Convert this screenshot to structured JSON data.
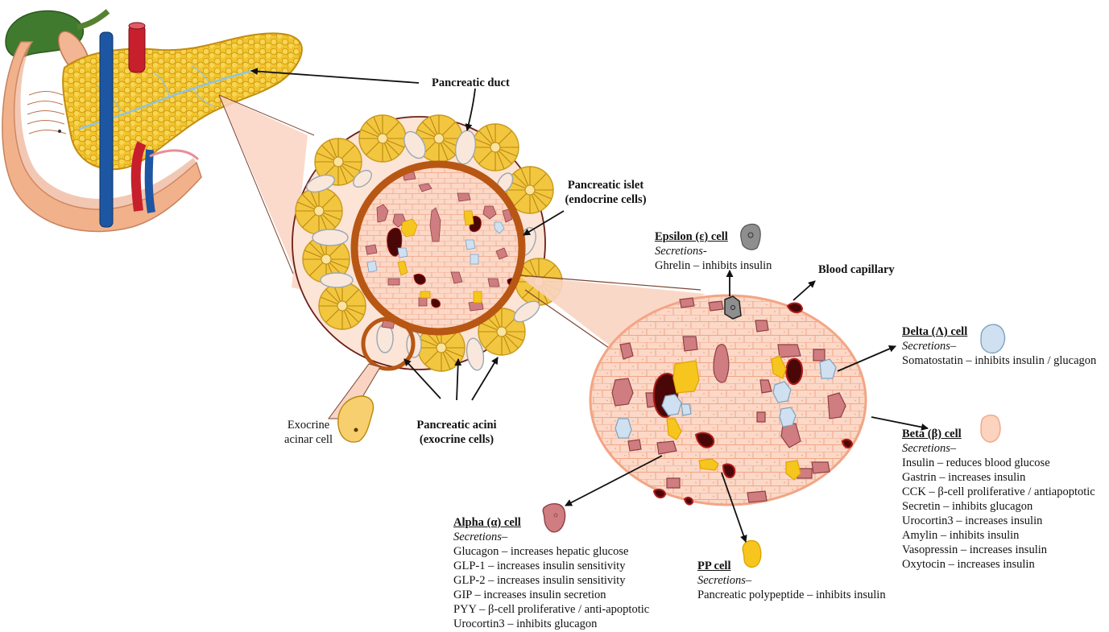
{
  "labels": {
    "pancreatic_duct": "Pancreatic duct",
    "pancreatic_islet": [
      "Pancreatic islet",
      "(endocrine cells)"
    ],
    "exocrine_acinar_cell": [
      "Exocrine",
      "acinar cell"
    ],
    "pancreatic_acini": [
      "Pancreatic acini",
      "(exocrine cells)"
    ],
    "blood_capillary": "Blood capillary"
  },
  "cells": {
    "epsilon": {
      "title": "Epsilon (ε) cell",
      "secretions_label": "Secretions-",
      "secretions": [
        "Ghrelin – inhibits insulin"
      ]
    },
    "delta": {
      "title": "Delta (Λ) cell",
      "secretions_label": "Secretions–",
      "secretions": [
        "Somatostatin – inhibits insulin / glucagon"
      ]
    },
    "beta": {
      "title": "Beta (β) cell",
      "secretions_label": "Secretions–",
      "secretions": [
        "Insulin – reduces blood glucose",
        "Gastrin – increases insulin",
        "CCK – β-cell proliferative / antiapoptotic",
        "Secretin – inhibits glucagon",
        "Urocortin3 – increases insulin",
        "Amylin – inhibits insulin",
        "Vasopressin – increases insulin",
        "Oxytocin – increases insulin"
      ]
    },
    "alpha": {
      "title": "Alpha (α) cell",
      "secretions_label": "Secretions–",
      "secretions": [
        "Glucagon – increases hepatic glucose",
        "GLP-1 – increases insulin sensitivity",
        "GLP-2 – increases insulin sensitivity",
        "GIP – increases insulin secretion",
        "PYY – β-cell proliferative / anti-apoptotic",
        "Urocortin3 – inhibits glucagon"
      ]
    },
    "pp": {
      "title": "PP cell",
      "secretions_label": "Secretions–",
      "secretions": [
        "Pancreatic polypeptide – inhibits insulin"
      ]
    }
  },
  "colors": {
    "islet_bg": "#fbd6c4",
    "cell_border": "#f2a585",
    "alpha": "#cf7d80",
    "beta": "#fbd3be",
    "delta": "#cfe0f0",
    "pp": "#f6c61e",
    "capillary": "#4a0707",
    "acinus": "#f0c23a",
    "islet_ring": "#b85614",
    "epsilon": "#8e8e8e"
  }
}
